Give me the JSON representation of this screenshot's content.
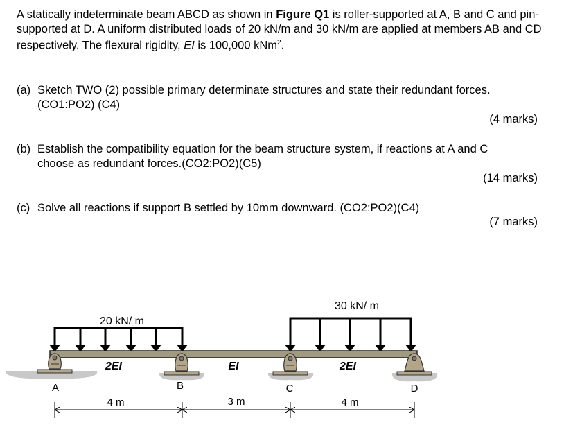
{
  "intro": {
    "part1": "A statically indeterminate beam ABCD as shown in ",
    "figure_ref": "Figure Q1",
    "part2": " is roller-supported at A, B and C and pin-supported at D. A uniform distributed loads of 20 kN/m and 30 kN/m are applied at members AB and CD respectively. The flexural rigidity, ",
    "ei_symbol": "EI",
    "part3": " is 100,000 kNm",
    "superscript": "2",
    "part4": "."
  },
  "questions": [
    {
      "label": "(a)",
      "line1": "Sketch TWO (2) possible primary determinate structures and state their redundant forces.",
      "line2": "(CO1:PO2) (C4)",
      "marks": "(4 marks)"
    },
    {
      "label": "(b)",
      "line1": "Establish the compatibility equation for the beam structure system, if reactions at A and C",
      "line2": "choose as redundant forces.(CO2:PO2)(C5)",
      "marks": "(14 marks)"
    },
    {
      "label": "(c)",
      "line1": "Solve all reactions if support B settled by 10mm downward. (CO2:PO2)(C4)",
      "line2": "",
      "marks": "(7 marks)"
    }
  ],
  "figure": {
    "loads": [
      {
        "value": "20 kN/ m",
        "span": "AB"
      },
      {
        "value": "30 kN/ m",
        "span": "CD"
      }
    ],
    "supports": [
      {
        "label": "A",
        "type": "roller"
      },
      {
        "label": "B",
        "type": "roller"
      },
      {
        "label": "C",
        "type": "roller"
      },
      {
        "label": "D",
        "type": "pin"
      }
    ],
    "rigidities": [
      "2EI",
      "EI",
      "2EI"
    ],
    "spans": [
      "4 m",
      "3 m",
      "4 m"
    ],
    "colors": {
      "beam": "#a09a80",
      "support": "#b2a58a",
      "ground": "#c8c8c8"
    }
  }
}
